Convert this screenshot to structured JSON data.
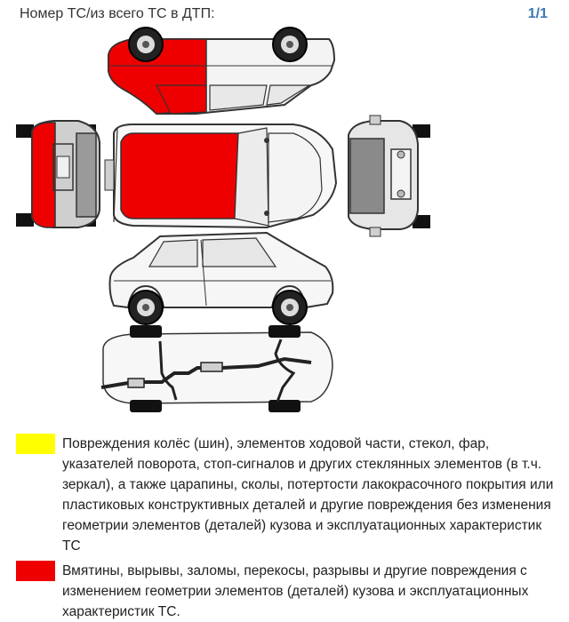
{
  "header": {
    "title": "Номер ТС/из всего ТС в ДТП:",
    "counter": "1/1"
  },
  "colors": {
    "red_damage": "#ee0000",
    "yellow_damage": "#ffff00",
    "counter_accent": "#3a78b5"
  },
  "legend": {
    "yellow": {
      "text": "Повреждения колёс (шин), элементов ходовой части, стекол, фар, указателей поворота, стоп-сигналов и других стеклянных элементов (в т.ч. зеркал), а также царапины, сколы, потертости лакокрасочного покрытия или пластиковых конструктивных деталей и другие повреждения без изменения геометрии элементов (деталей) кузова и эксплуатационных характеристик ТС"
    },
    "red": {
      "text": "Вмятины, вырывы, заломы, перекосы, разрывы и другие повреждения с изменением геометрии элементов (деталей) кузова и эксплуатационных характеристик ТС."
    }
  }
}
